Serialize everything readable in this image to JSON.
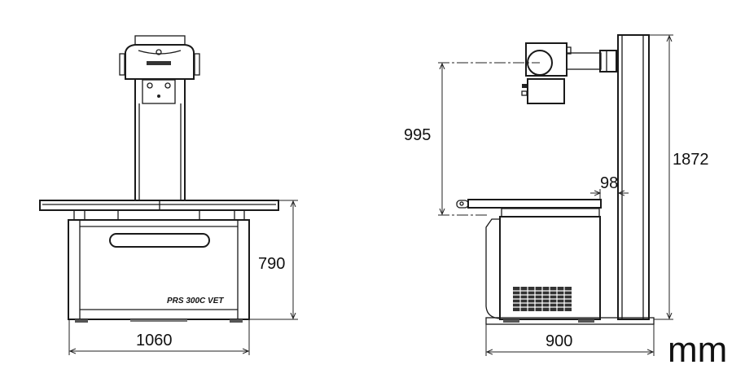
{
  "front_view": {
    "model_label": "PRS 300C VET",
    "width_dimension": "1060",
    "height_dimension": "790"
  },
  "side_view": {
    "depth_dimension": "900",
    "total_height_dimension": "1872",
    "focus_to_table_dimension": "995",
    "table_gap_dimension": "98"
  },
  "unit_label": "mm"
}
